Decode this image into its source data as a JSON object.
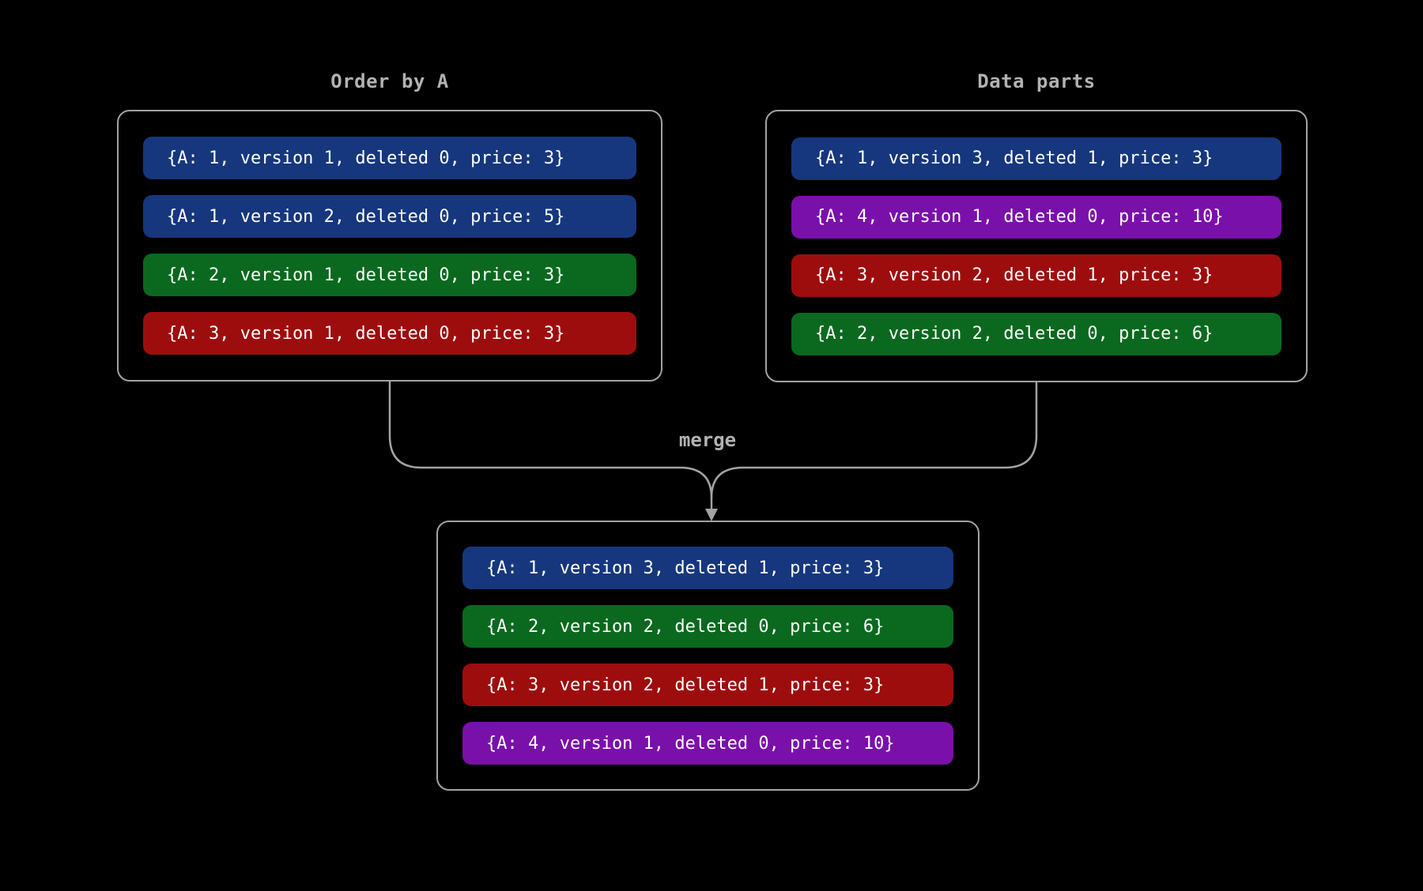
{
  "diagram": {
    "background": "#000000",
    "border_color": "#a3a3a3",
    "line_color": "#a3a3a3",
    "label_color": "#b2b2b2",
    "text_color": "#ffffff",
    "merge_label": "merge",
    "row_colors": {
      "blue": "#16377d",
      "green": "#0a691e",
      "red": "#9e0d0d",
      "purple": "#7a10aa"
    },
    "boxes": [
      {
        "title": "Order by A",
        "rows": [
          {
            "color": "blue",
            "text": "{A: 1, version 1, deleted 0, price: 3}"
          },
          {
            "color": "blue",
            "text": "{A: 1, version 2, deleted 0, price: 5}"
          },
          {
            "color": "green",
            "text": "{A: 2, version 1, deleted 0, price: 3}"
          },
          {
            "color": "red",
            "text": "{A: 3, version 1, deleted 0, price: 3}"
          }
        ]
      },
      {
        "title": "Data parts",
        "rows": [
          {
            "color": "blue",
            "text": "{A: 1, version 3, deleted 1, price: 3}"
          },
          {
            "color": "purple",
            "text": "{A: 4, version 1, deleted 0, price: 10}"
          },
          {
            "color": "red",
            "text": "{A: 3, version 2, deleted 1, price: 3}"
          },
          {
            "color": "green",
            "text": "{A: 2, version 2, deleted 0, price: 6}"
          }
        ]
      },
      {
        "title": "",
        "rows": [
          {
            "color": "blue",
            "text": "{A: 1, version 3, deleted 1, price: 3}"
          },
          {
            "color": "green",
            "text": "{A: 2, version 2, deleted 0, price: 6}"
          },
          {
            "color": "red",
            "text": "{A: 3, version 2, deleted 1, price: 3}"
          },
          {
            "color": "purple",
            "text": "{A: 4, version 1, deleted 0, price: 10}"
          }
        ]
      }
    ]
  }
}
